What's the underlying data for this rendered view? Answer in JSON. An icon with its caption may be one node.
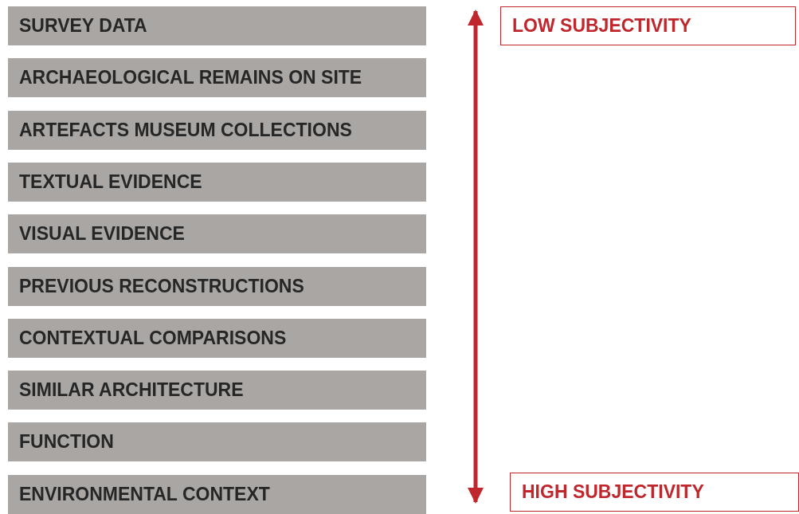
{
  "diagram": {
    "nodes": [
      {
        "text": [
          "SURVEY DATA"
        ]
      },
      {
        "text": [
          "ARCHAEOLOGICAL REMAINS ON SITE"
        ]
      },
      {
        "text": [
          "ARTEFACTS MUSEUM COLLECTIONS"
        ]
      },
      {
        "text": [
          "TEXTUAL EVIDENCE"
        ]
      },
      {
        "text": [
          "VISUAL EVIDENCE"
        ]
      },
      {
        "text": [
          "PREVIOUS RECONSTRUCTIONS"
        ]
      },
      {
        "text": [
          "CONTEXTUAL COMPARISONS"
        ]
      },
      {
        "text": [
          "SIMILAR ARCHITECTURE"
        ]
      },
      {
        "text": [
          "FUNCTION"
        ]
      },
      {
        "text": [
          "ENVIRONMENTAL CONTEXT"
        ]
      },
      {
        "text": [
          "LOW SUBJECTIVITY"
        ]
      },
      {
        "text": [
          "HIGH SUBJECTIVITY"
        ]
      }
    ]
  }
}
